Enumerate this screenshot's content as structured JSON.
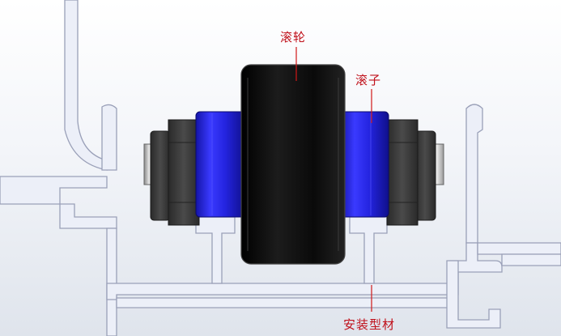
{
  "labels": {
    "wheel": "滚轮",
    "roller": "滚子",
    "profile": "安装型材"
  },
  "colors": {
    "profile_fill": "#eceff8",
    "profile_edge": "#9aa0b8",
    "roller_blue": "#2626d8",
    "wheel_black": "#0d0d0d",
    "bearing_dark": "#3a3a3a",
    "label_red": "#c0101a",
    "leader_red": "#d01818"
  }
}
